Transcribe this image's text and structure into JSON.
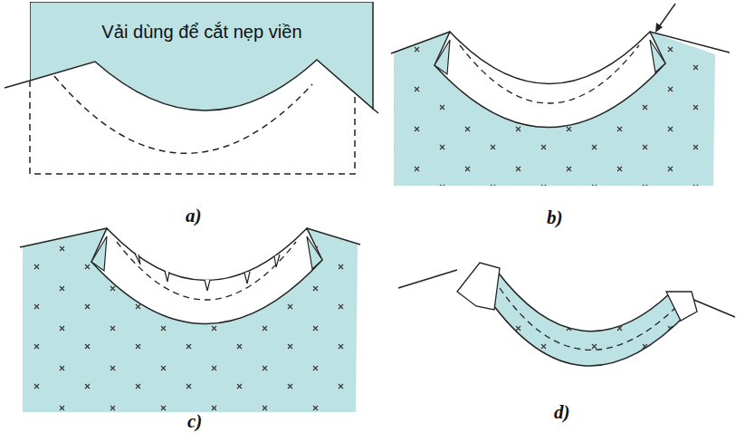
{
  "diagram": {
    "nodes": [
      {
        "text": [
          "Vải dùng để cắt nẹp viền"
        ]
      }
    ],
    "labels": [
      "a)",
      "b)",
      "c)",
      "d)"
    ]
  }
}
